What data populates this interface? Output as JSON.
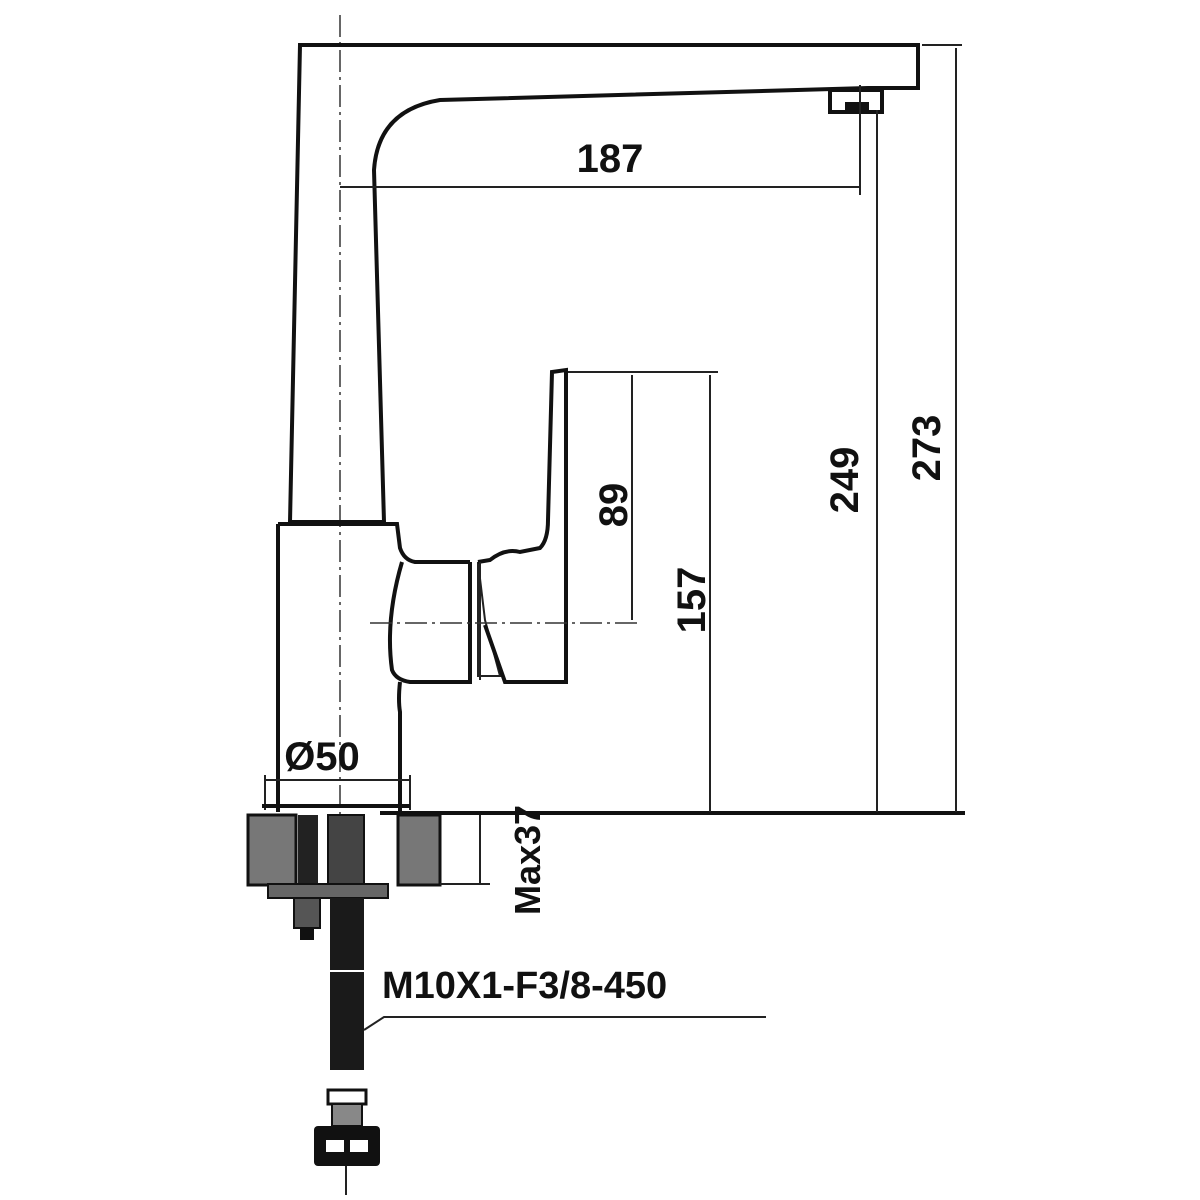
{
  "drawing": {
    "title": "Kitchen faucet side elevation (technical drawing)",
    "units": "mm",
    "line_color": "#111111",
    "background": "#ffffff"
  },
  "dimensions": {
    "spout_reach": "187",
    "lever_height": "89",
    "lever_axis_height": "157",
    "outlet_height": "249",
    "total_height": "273",
    "base_diameter": "Ø50",
    "max_counter_thickness": "Max37"
  },
  "callouts": {
    "hose_spec": "M10X1-F3/8-450"
  }
}
